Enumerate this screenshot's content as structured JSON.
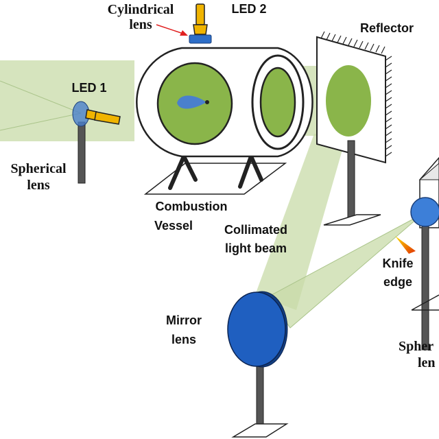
{
  "labels": {
    "cylindrical_lens": [
      "Cylindrical",
      "lens"
    ],
    "led2": "LED 2",
    "reflector": "Reflector",
    "led1": "LED 1",
    "spherical_lens_left": [
      "Spherical",
      "lens"
    ],
    "combustion_vessel": [
      "Combustion",
      "Vessel"
    ],
    "collimated_beam": [
      "Collimated",
      "light beam"
    ],
    "knife_edge": [
      "Knife",
      "edge"
    ],
    "mirror_lens": [
      "Mirror",
      "lens"
    ],
    "spherical_lens_right": [
      "Spher",
      "len"
    ]
  },
  "colors": {
    "beam": "#c8dba8",
    "green_disc": "#8ab54a",
    "blue": "#1f5fc0",
    "led_yellow": "#f0b400",
    "stand": "#555555"
  }
}
